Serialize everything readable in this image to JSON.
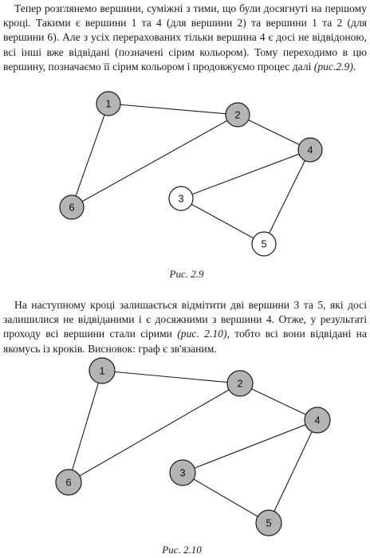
{
  "paragraphs": {
    "p1": {
      "text_a": "Тепер розглянемо вершини, суміжні з тими, що були досягнуті на першому кроці. Такими є вершини 1 та 4 (для вершини 2) та вершини 1 та 2 (для вершини 6). Але з усіх перерахованих тільки вершина 4 є досі не відвідоною, всі інші вже відвідані (позначені сірим кольором). Тому переходимо в цю вершину, позначаємо її сірим кольором і продовжуємо процес далі ",
      "ref": "(рис.2.9)",
      "text_b": "."
    },
    "p2": {
      "text_a": "На наступному кроці залишається відмітити дві вершини 3 та 5, які досі залишилися не відвіданими і є досяжними з вершини 4. Отже, у результаті проходу всі вершини стали сірими ",
      "ref": "(рис. 2.10)",
      "text_b": ", тобто всі вони відвідані на якомусь із кроків. Висновок: граф є зв'язаним."
    }
  },
  "figures": [
    {
      "caption": "Рис. 2.9",
      "vertices": [
        {
          "label": "1",
          "visited": true
        },
        {
          "label": "2",
          "visited": true
        },
        {
          "label": "4",
          "visited": true
        },
        {
          "label": "3",
          "visited": false
        },
        {
          "label": "6",
          "visited": true
        },
        {
          "label": "5",
          "visited": false
        }
      ]
    },
    {
      "caption": "Рис. 2.10",
      "vertices": [
        {
          "label": "1",
          "visited": true
        },
        {
          "label": "2",
          "visited": true
        },
        {
          "label": "4",
          "visited": true
        },
        {
          "label": "3",
          "visited": true
        },
        {
          "label": "6",
          "visited": true
        },
        {
          "label": "5",
          "visited": true
        }
      ]
    }
  ],
  "colors": {
    "visited_fill": "#b4b4b4",
    "unvisited_fill": "#ffffff",
    "stroke": "#1a1a1a"
  }
}
